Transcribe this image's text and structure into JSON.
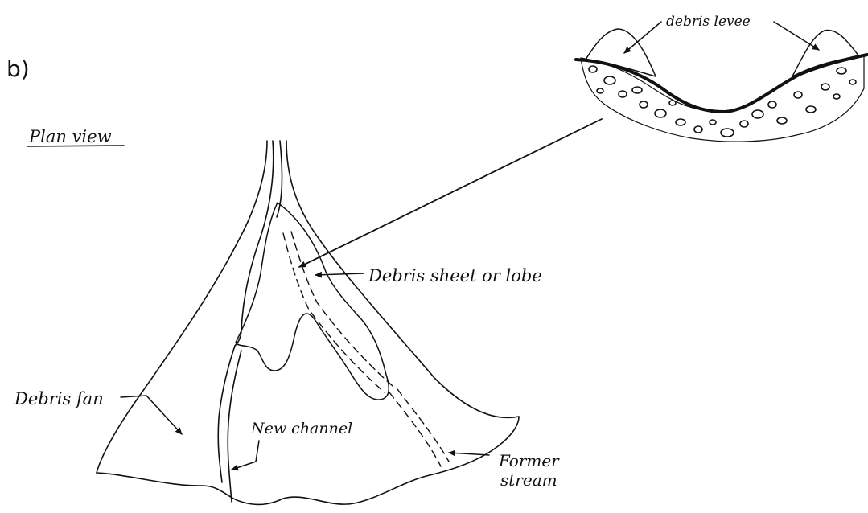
{
  "panel_label": "b)",
  "view_title": "Plan view",
  "labels": {
    "debris_levee": "debris levee",
    "debris_sheet": "Debris sheet or lobe",
    "debris_fan": "Debris fan",
    "new_channel": "New channel",
    "former_stream_line1": "Former",
    "former_stream_line2": "stream"
  },
  "colors": {
    "ink": "#111111",
    "background": "#ffffff"
  }
}
